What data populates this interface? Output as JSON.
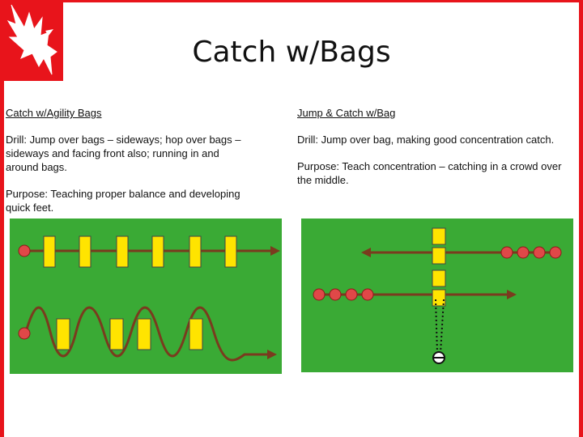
{
  "slide": {
    "title": "Catch w/Bags",
    "colors": {
      "accent": "#e8141b",
      "field": "#3aaa35",
      "bag": "#ffe400",
      "path": "#7a3b1e"
    }
  },
  "left": {
    "heading": "Catch w/Agility Bags",
    "drill": "Drill: Jump over bags – sideways; hop over bags – sideways and facing front also; running in and around bags.",
    "purpose": "Purpose: Teaching proper balance and developing quick feet."
  },
  "right": {
    "heading": "Jump & Catch w/Bag",
    "drill": "Drill: Jump over bag, making good concentration catch.",
    "purpose": "Purpose: Teach concentration – catching in a crowd over the middle."
  },
  "icons": {
    "logo": "eagle-logo-icon",
    "player": "player-circle-icon",
    "bag": "agility-bag-icon"
  }
}
